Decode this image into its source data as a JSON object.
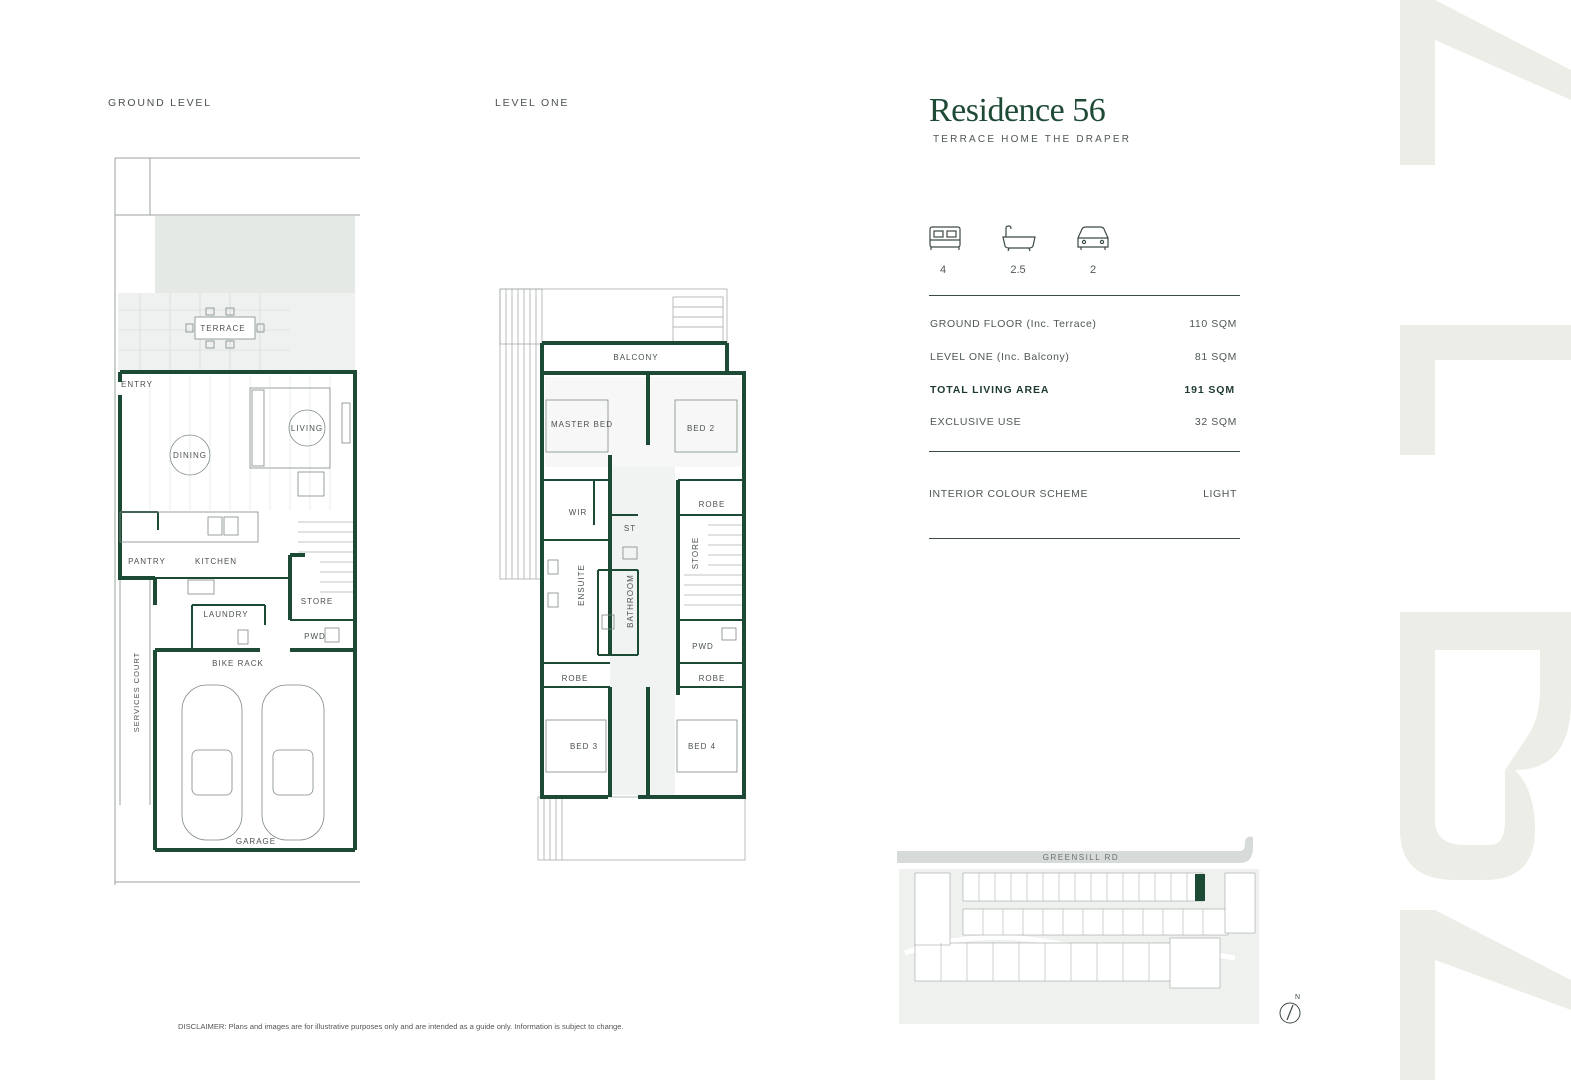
{
  "plans": {
    "ground_label": "GROUND LEVEL",
    "level_one_label": "LEVEL ONE",
    "ground_rooms": {
      "terrace": "TERRACE",
      "entry": "ENTRY",
      "living": "LIVING",
      "dining": "DINING",
      "pantry": "PANTRY",
      "kitchen": "KITCHEN",
      "laundry": "LAUNDRY",
      "store": "STORE",
      "pwd": "PWD",
      "bike_rack": "BIKE RACK",
      "services_court": "SERVICES COURT",
      "garage": "GARAGE"
    },
    "level_one_rooms": {
      "balcony": "BALCONY",
      "master_bed": "MASTER BED",
      "bed2": "BED 2",
      "wir": "WIR",
      "robe_a": "ROBE",
      "st": "ST",
      "store": "STORE",
      "ensuite": "ENSUITE",
      "bathroom": "BATHROOM",
      "pwd": "PWD",
      "robe_b": "ROBE",
      "robe_c": "ROBE",
      "bed3": "BED 3",
      "bed4": "BED 4"
    }
  },
  "residence": {
    "title": "Residence 56",
    "subtitle": "TERRACE HOME THE DRAPER",
    "features": [
      {
        "icon": "bed-icon",
        "value": "4"
      },
      {
        "icon": "bath-icon",
        "value": "2.5"
      },
      {
        "icon": "car-icon",
        "value": "2"
      }
    ],
    "areas": [
      {
        "label": "GROUND FLOOR (Inc. Terrace)",
        "value": "110 SQM"
      },
      {
        "label": "LEVEL ONE (Inc. Balcony)",
        "value": "81 SQM"
      },
      {
        "label": "TOTAL LIVING AREA",
        "value": "191 SQM"
      },
      {
        "label": "EXCLUSIVE USE",
        "value": "32 SQM"
      }
    ],
    "scheme_label": "INTERIOR COLOUR SCHEME",
    "scheme_value": "LIGHT"
  },
  "siteplan": {
    "road": "GREENSILL RD",
    "north": "N"
  },
  "brand": {
    "watermark": "ALBA"
  },
  "disclaimer": "DISCLAIMER: Plans and images are for illustrative purposes only and are intended as a guide only. Information is subject to change.",
  "colors": {
    "wall": "#1c4a35",
    "accent": "#1e4a36",
    "terrace": "#e7ebe8",
    "watermark": "#eeeee8"
  }
}
